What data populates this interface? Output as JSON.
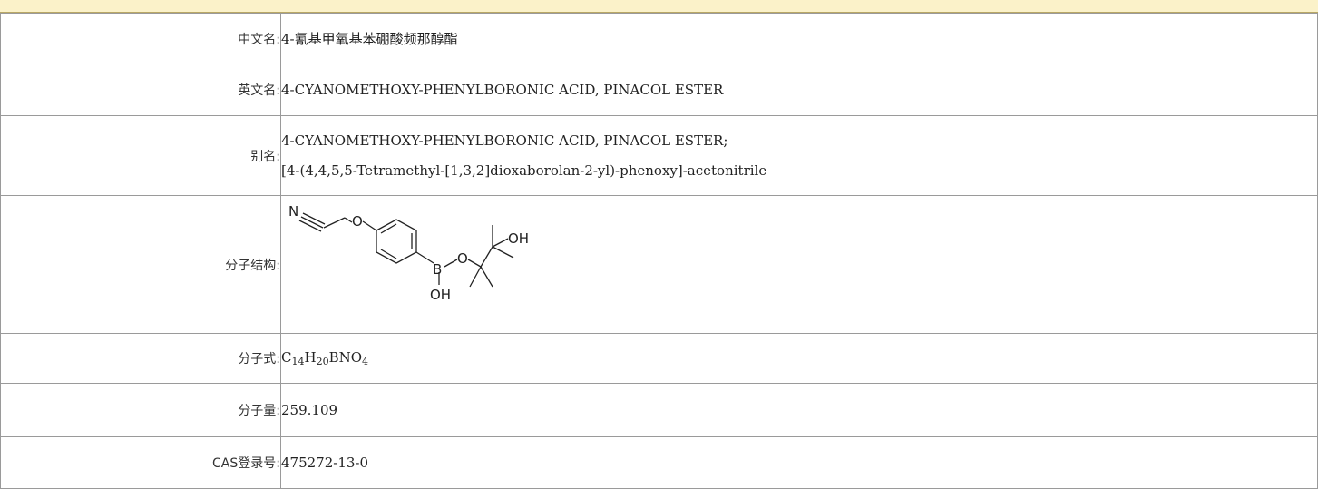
{
  "labels": {
    "chinese_name": "中文名:",
    "english_name": "英文名:",
    "alias": "别名:",
    "structure": "分子结构:",
    "formula": "分子式:",
    "weight": "分子量:",
    "cas": "CAS登录号:"
  },
  "values": {
    "chinese_name": "4-氰基甲氧基苯硼酸频那醇酯",
    "english_name": "4-CYANOMETHOXY-PHENYLBORONIC ACID, PINACOL ESTER",
    "alias_lines": [
      "4-CYANOMETHOXY-PHENYLBORONIC ACID, PINACOL ESTER;",
      "[4-(4,4,5,5-Tetramethyl-[1,3,2]dioxaborolan-2-yl)-phenoxy]-acetonitrile"
    ],
    "formula": {
      "c": "C",
      "c_n": "14",
      "h": "H",
      "h_n": "20",
      "bn": "BNO",
      "o_n": "4"
    },
    "weight": "259.109",
    "cas": "475272-13-0"
  },
  "structure_atoms": {
    "n": "N",
    "o1": "O",
    "b": "B",
    "o2": "O",
    "oh1": "OH",
    "oh2": "OH"
  }
}
